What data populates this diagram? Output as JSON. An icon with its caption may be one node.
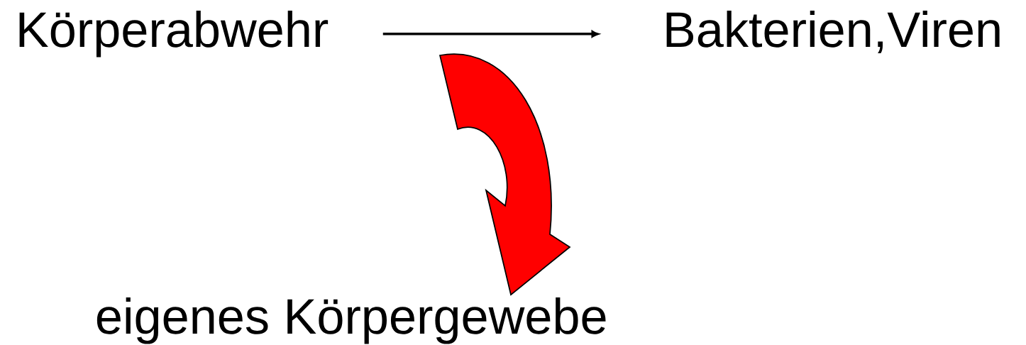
{
  "diagram": {
    "nodes": [
      {
        "text": [
          "Körperabwehr"
        ]
      },
      {
        "text": [
          "Bakterien,Viren"
        ]
      },
      {
        "text": [
          "eigenes Körpergewebe"
        ]
      }
    ],
    "edges": [
      {
        "from": 0,
        "to": 1,
        "arrow": "to"
      },
      {
        "from": null,
        "to": 2,
        "arrow": "to",
        "style": "thick",
        "color": "#ff0000"
      }
    ]
  }
}
